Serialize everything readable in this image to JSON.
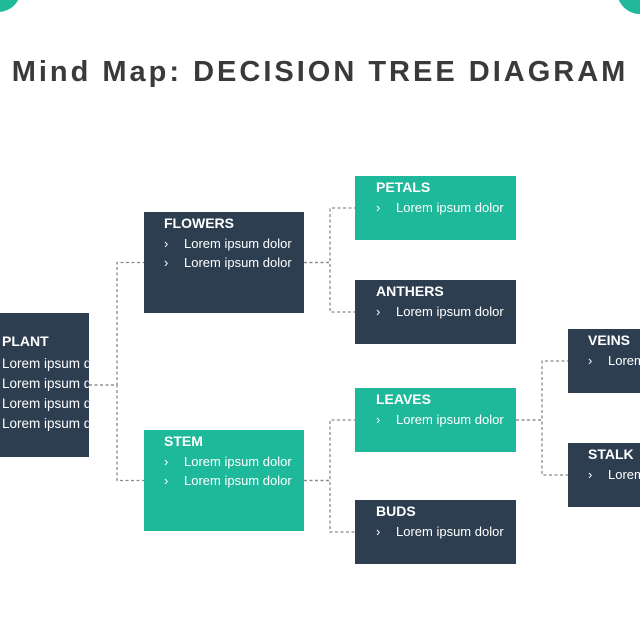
{
  "title": "Mind Map: DECISION TREE DIAGRAM",
  "colors": {
    "dark": "#2c3e50",
    "teal": "#1eb89a",
    "title": "#3a3a3a",
    "connector": "#8a8a8a"
  },
  "bullet": "›",
  "nodes": {
    "plant": {
      "label": "PLANT",
      "items": [
        "Lorem ipsum dolor",
        "Lorem ipsum dolor",
        "Lorem ipsum dolor",
        "Lorem ipsum dolor"
      ]
    },
    "flowers": {
      "label": "FLOWERS",
      "items": [
        "Lorem ipsum dolor",
        "Lorem ipsum dolor"
      ]
    },
    "stem": {
      "label": "STEM",
      "items": [
        "Lorem ipsum dolor",
        "Lorem ipsum dolor"
      ]
    },
    "petals": {
      "label": "PETALS",
      "items": [
        "Lorem ipsum dolor"
      ]
    },
    "anthers": {
      "label": "ANTHERS",
      "items": [
        "Lorem ipsum dolor"
      ]
    },
    "leaves": {
      "label": "LEAVES",
      "items": [
        "Lorem ipsum dolor"
      ]
    },
    "buds": {
      "label": "BUDS",
      "items": [
        "Lorem ipsum dolor"
      ]
    },
    "veins": {
      "label": "VEINS",
      "items": [
        "Lorem ipsum dolor"
      ]
    },
    "stalk": {
      "label": "STALK",
      "items": [
        "Lorem ipsum dolor"
      ]
    }
  },
  "edges": [
    [
      "plant",
      "flowers"
    ],
    [
      "plant",
      "stem"
    ],
    [
      "flowers",
      "petals"
    ],
    [
      "flowers",
      "anthers"
    ],
    [
      "stem",
      "leaves"
    ],
    [
      "stem",
      "buds"
    ],
    [
      "leaves",
      "veins"
    ],
    [
      "leaves",
      "stalk"
    ]
  ]
}
